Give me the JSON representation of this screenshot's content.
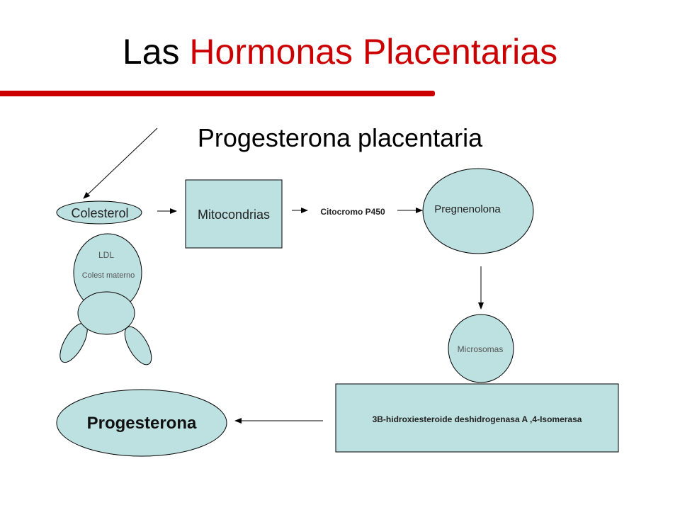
{
  "slide": {
    "title_part1": "Las",
    "title_part2": "Hormonas Placentarias",
    "subtitle": "Progesterona placentaria"
  },
  "nodes": {
    "colesterol": "Colesterol",
    "ldl": "LDL",
    "colest_materno": "Colest materno",
    "mitocondrias": "Mitocondrias",
    "citocromo": "Citocromo P450",
    "pregnenolona": "Pregnenolona",
    "microsomas": "Microsomas",
    "enzima": "3B-hidroxiesteroide deshidrogenasa A ,4-Isomerasa",
    "progesterona": "Progesterona"
  },
  "colors": {
    "title_accent": "#cc0000",
    "shape_fill": "#bde0e1",
    "stroke": "#000000"
  }
}
